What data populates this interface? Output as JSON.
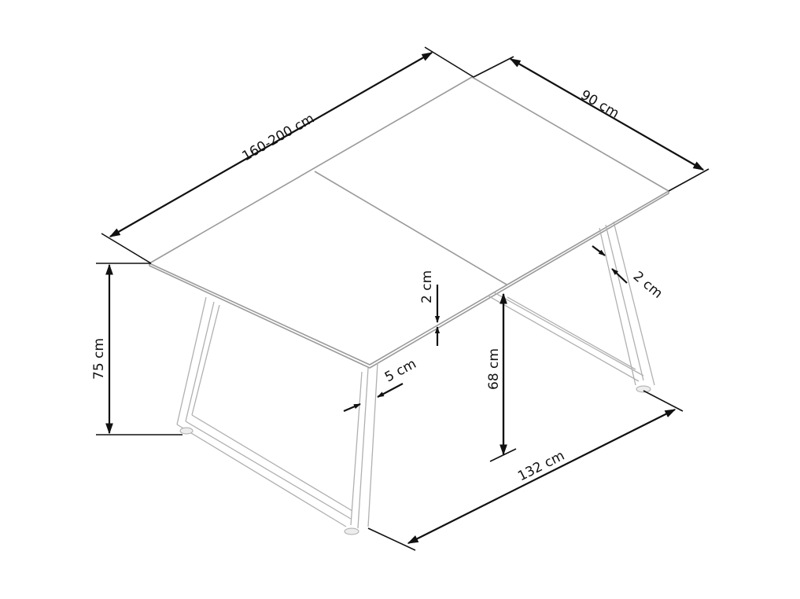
{
  "diagram": {
    "subject": "extendable dining table with trapezoid steel legs",
    "line_colors": {
      "outline": "#9a9a9a",
      "dimension": "#111111",
      "background": "#ffffff"
    },
    "dimensions": {
      "length": "160-200 cm",
      "width": "90 cm",
      "height": "75 cm",
      "leg_clearance": "68 cm",
      "top_thickness": "2 cm",
      "leg_profile_depth": "2 cm",
      "leg_profile_width": "5 cm",
      "leg_base_span": "132 cm"
    }
  }
}
